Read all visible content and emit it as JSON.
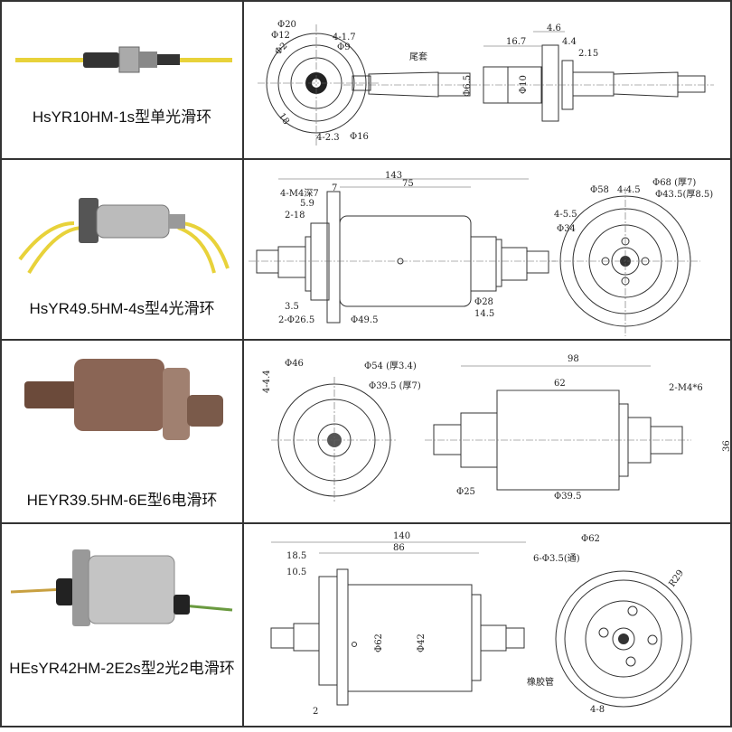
{
  "products": [
    {
      "name": "HsYR10HM-1s型单光滑环",
      "dims": [
        "Φ20",
        "Φ12",
        "Φ2",
        "4-1.7",
        "Φ9",
        "18",
        "4-2.3",
        "Φ16",
        "尾套",
        "Φ6.5",
        "16.7",
        "Φ10",
        "4.6",
        "4.4",
        "2.15"
      ]
    },
    {
      "name": "HsYR49.5HM-4s型4光滑环",
      "dims": [
        "143",
        "75",
        "7",
        "4-M4深7",
        "5.9",
        "2-18",
        "3.5",
        "2-Φ26.5",
        "Φ49.5",
        "Φ28",
        "14.5",
        "Φ58",
        "4-4.5",
        "Φ68 (厚7)",
        "Φ43.5(厚8.5)",
        "4-5.5",
        "Φ34"
      ]
    },
    {
      "name": "HEYR39.5HM-6E型6电滑环",
      "dims": [
        "Φ46",
        "Φ54 (厚3.4)",
        "Φ39.5 (厚7)",
        "4-4.4",
        "98",
        "62",
        "2-M4*6",
        "36",
        "Φ25",
        "Φ39.5"
      ]
    },
    {
      "name": "HEsYR42HM-2E2s型2光2电滑环",
      "dims": [
        "140",
        "86",
        "18.5",
        "10.5",
        "2",
        "Φ62",
        "Φ42",
        "橡胶管",
        "Φ62",
        "6-Φ3.5(通)",
        "R29",
        "4-8"
      ]
    }
  ]
}
